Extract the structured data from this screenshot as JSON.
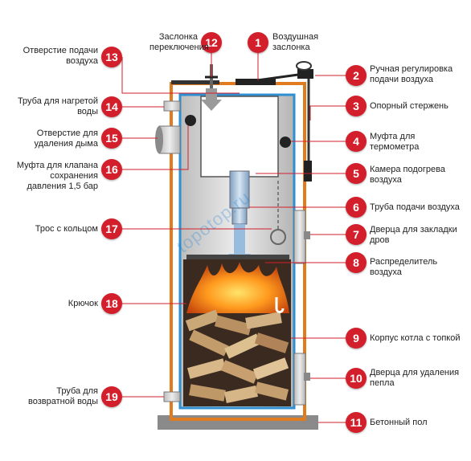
{
  "colors": {
    "casing": "#e07b20",
    "inner_shell": "#2f8fd0",
    "badge": "#d21f2b",
    "leader": "#d21f2b",
    "metal": "#cfcfcf",
    "floor": "#8a8a8a"
  },
  "watermark": "topotop.ru",
  "callouts": [
    {
      "num": "1",
      "label": "Воздушная\nзаслонка"
    },
    {
      "num": "2",
      "label": "Ручная регулировка\nподачи воздуха"
    },
    {
      "num": "3",
      "label": "Опорный стержень"
    },
    {
      "num": "4",
      "label": "Муфта для\nтермометра"
    },
    {
      "num": "5",
      "label": "Камера подогрева\nвоздуха"
    },
    {
      "num": "6",
      "label": "Труба подачи воздуха"
    },
    {
      "num": "7",
      "label": "Дверца для закладки\nдров"
    },
    {
      "num": "8",
      "label": "Распределитель\nвоздуха"
    },
    {
      "num": "9",
      "label": "Корпус котла с топкой"
    },
    {
      "num": "10",
      "label": "Дверца для удаления\nпепла"
    },
    {
      "num": "11",
      "label": "Бетонный пол"
    },
    {
      "num": "12",
      "label": "Заслонка\nпереключения"
    },
    {
      "num": "13",
      "label": "Отверстие подачи\nвоздуха"
    },
    {
      "num": "14",
      "label": "Труба для нагретой\nводы"
    },
    {
      "num": "15",
      "label": "Отверстие для\nудаления дыма"
    },
    {
      "num": "16",
      "label": "Муфта для клапана\nсохранения\nдавления 1,5 бар"
    },
    {
      "num": "17",
      "label": "Трос с кольцом"
    },
    {
      "num": "18",
      "label": "Крючок"
    },
    {
      "num": "19",
      "label": "Труба для\nвозвратной воды"
    }
  ]
}
